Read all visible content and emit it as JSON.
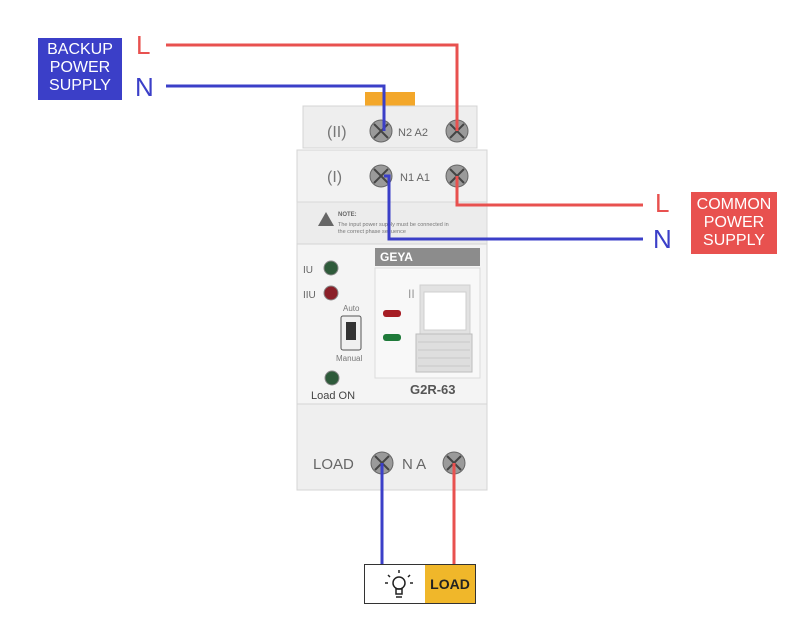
{
  "backup_supply": {
    "line1": "BACKUP",
    "line2": "POWER",
    "line3": "SUPPLY",
    "L": "L",
    "N": "N"
  },
  "common_supply": {
    "line1": "COMMON",
    "line2": "POWER",
    "line3": "SUPPLY",
    "L": "L",
    "N": "N"
  },
  "device": {
    "brand": "GEYA",
    "model": "G2R-63",
    "terminal_row_2_label": "(II)",
    "terminal_row_2_pins": "N2 A2",
    "terminal_row_1_label": "(I)",
    "terminal_row_1_pins": "N1 A1",
    "note_title": "NOTE:",
    "note_text_1": "The input power supply must be connected in",
    "note_text_2": "the correct phase sequence",
    "indicator_1": "IU",
    "indicator_2": "IIU",
    "switch_auto": "Auto",
    "switch_manual": "Manual",
    "load_on": "Load ON",
    "handle_mark": "II",
    "bottom_load": "LOAD",
    "bottom_pins": "N A"
  },
  "load_box": {
    "label": "LOAD",
    "icon": "light-bulb-icon"
  },
  "colors": {
    "live_wire": "#e8514f",
    "neutral_wire": "#3b3fc8",
    "backup_box": "#3b3fc8",
    "common_box": "#e8514f",
    "load_tag": "#f0b72a"
  }
}
